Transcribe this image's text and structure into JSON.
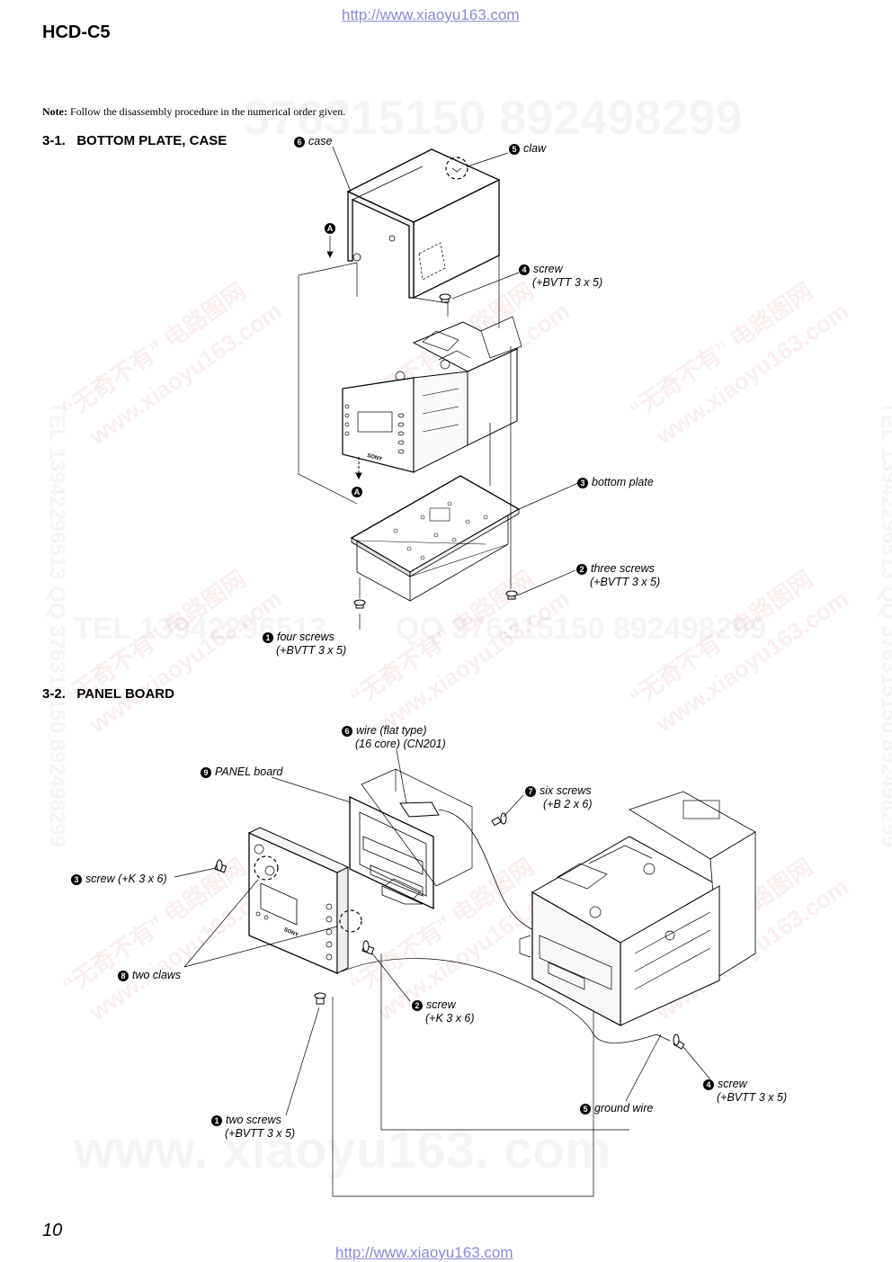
{
  "header": {
    "url": "http://www.xiaoyu163.com",
    "model": "HCD-C5"
  },
  "note": {
    "label": "Note:",
    "text": "Follow the disassembly procedure in the numerical order given."
  },
  "section1": {
    "title": "3-1.   BOTTOM PLATE, CASE",
    "marker": "A",
    "labels": [
      {
        "num": "6",
        "line1": "case",
        "line2": ""
      },
      {
        "num": "5",
        "line1": "claw",
        "line2": ""
      },
      {
        "num": "4",
        "line1": "screw",
        "line2": "(+BVTT 3 x 5)"
      },
      {
        "num": "3",
        "line1": "bottom plate",
        "line2": ""
      },
      {
        "num": "2",
        "line1": "three screws",
        "line2": "(+BVTT 3 x 5)"
      },
      {
        "num": "1",
        "line1": "four screws",
        "line2": "(+BVTT 3 x 5)"
      }
    ]
  },
  "section2": {
    "title": "3-2.   PANEL BOARD",
    "labels": [
      {
        "num": "6",
        "line1": "wire (flat type)",
        "line2": "(16 core) (CN201)"
      },
      {
        "num": "9",
        "line1": "PANEL board",
        "line2": ""
      },
      {
        "num": "7",
        "line1": "six screws",
        "line2": "(+B 2 x 6)"
      },
      {
        "num": "3",
        "line1": "screw (+K 3 x 6)",
        "line2": ""
      },
      {
        "num": "8",
        "line1": "two claws",
        "line2": ""
      },
      {
        "num": "2",
        "line1": "screw",
        "line2": "(+K 3 x 6)"
      },
      {
        "num": "4",
        "line1": "screw",
        "line2": "(+BVTT 3 x 5)"
      },
      {
        "num": "5",
        "line1": "ground wire",
        "line2": ""
      },
      {
        "num": "1",
        "line1": "two screws",
        "line2": "(+BVTT 3 x 5)"
      }
    ]
  },
  "footer": {
    "page": "10",
    "url": "http://www.xiaoyu163.com"
  },
  "watermarks": {
    "big": "www. xiaoyu163. com",
    "tel": "TEL 13942296513",
    "qq": "QQ 376315150  892498299",
    "side": "TEL 13942296513  QQ 376315150  892498299",
    "top_digits": "376315150  892498299",
    "cn": "“无奇不有” 电路图网",
    "cn_url": "www.xiaoyu163.com"
  },
  "device_text": {
    "brand": "SONY"
  }
}
